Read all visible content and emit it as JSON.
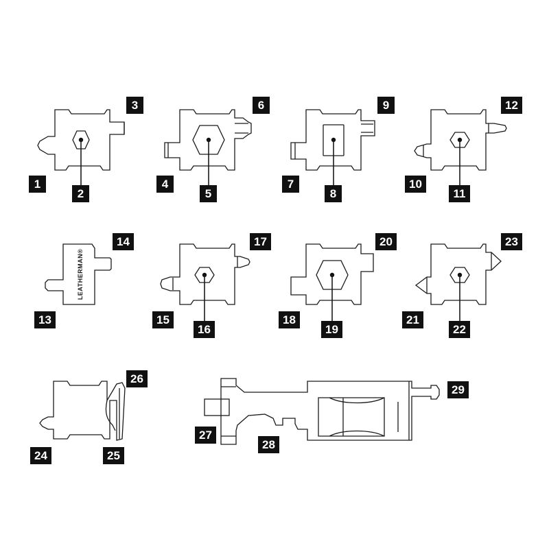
{
  "labels": [
    "1",
    "2",
    "3",
    "4",
    "5",
    "6",
    "7",
    "8",
    "9",
    "10",
    "11",
    "12",
    "13",
    "14",
    "15",
    "16",
    "17",
    "18",
    "19",
    "20",
    "21",
    "22",
    "23",
    "24",
    "25",
    "26",
    "27",
    "28",
    "29"
  ],
  "brand": "LEATHERMAN®",
  "colors": {
    "stroke": "#1a1a1a",
    "label_bg": "#111111",
    "label_text": "#ffffff",
    "background": "#ffffff"
  }
}
